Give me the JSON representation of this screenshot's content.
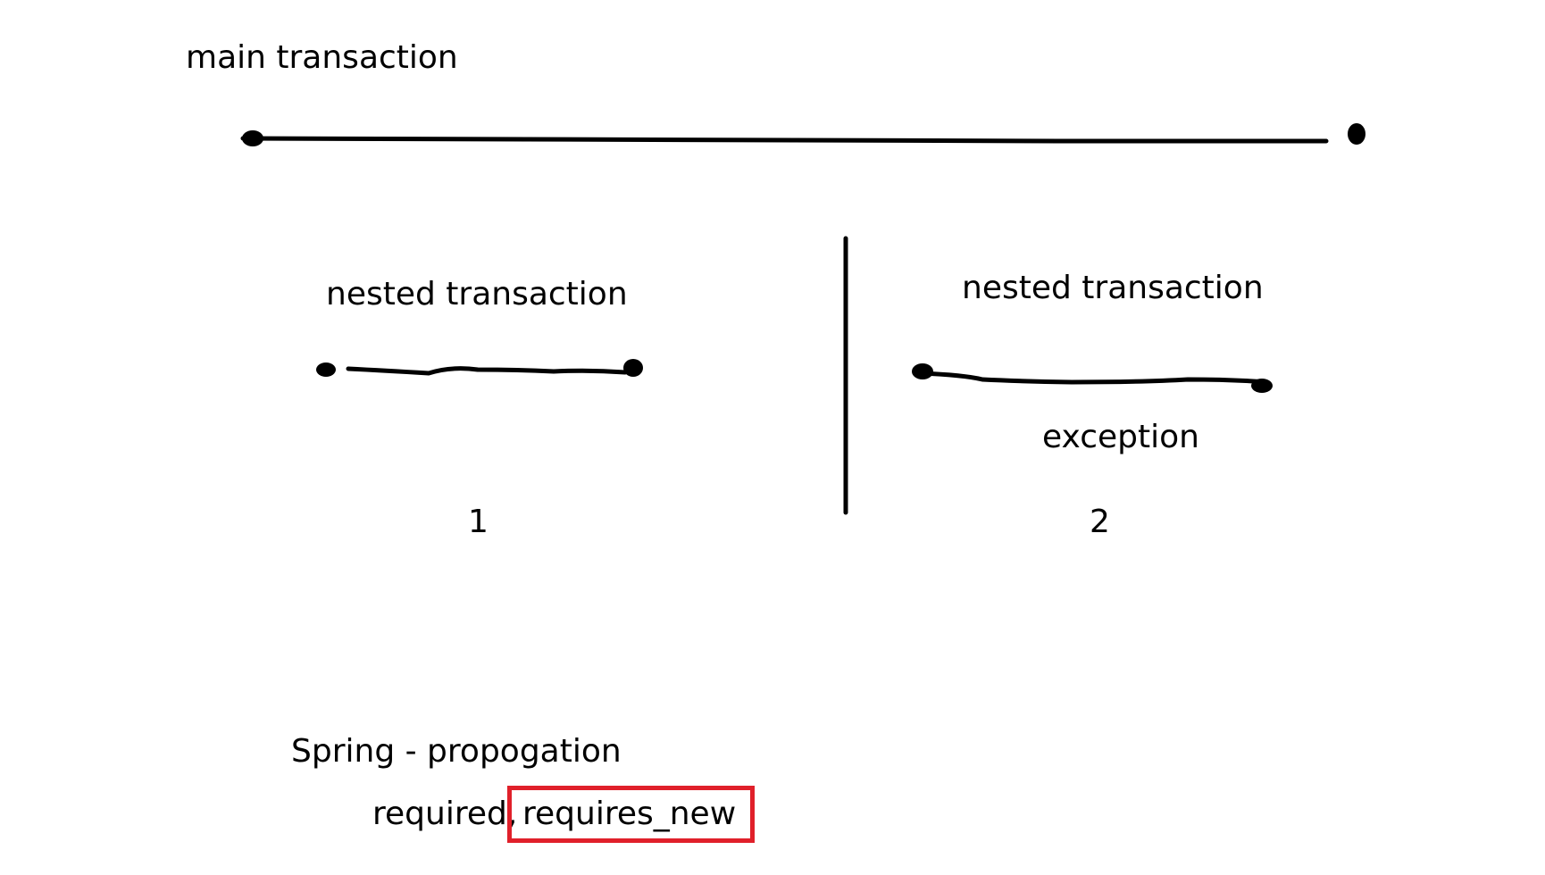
{
  "labels": {
    "main": "main transaction",
    "nested_left": "nested transaction",
    "nested_right": "nested transaction",
    "exception": "exception",
    "case_1": "1",
    "case_2": "2",
    "spring_title": "Spring - propogation",
    "required": "required,",
    "requires_new": "requires_new"
  },
  "colors": {
    "ink": "#000000",
    "highlight": "#e0202a",
    "background": "#ffffff"
  }
}
